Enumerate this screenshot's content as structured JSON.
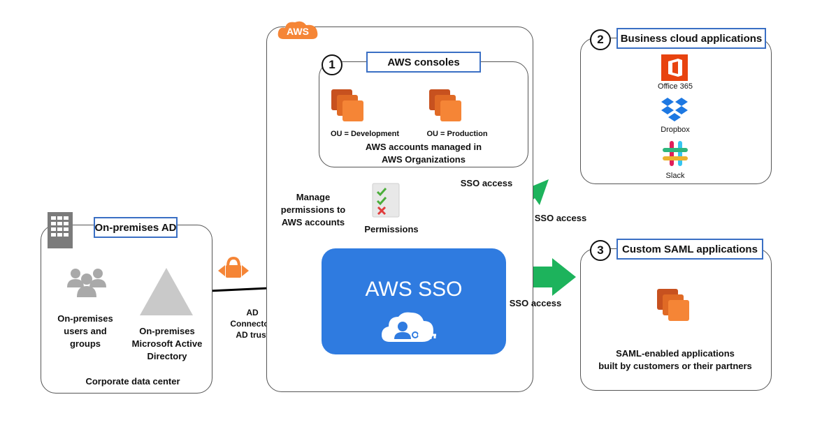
{
  "aws_badge": "AWS",
  "aws_consoles": {
    "number": "1",
    "title": "AWS consoles",
    "ou_dev": "OU = Development",
    "ou_prod": "OU = Production",
    "accounts_line1": "AWS accounts managed in",
    "accounts_line2": "AWS Organizations"
  },
  "business_apps": {
    "number": "2",
    "title": "Business cloud applications",
    "apps": [
      "Office 365",
      "Dropbox",
      "Slack"
    ]
  },
  "custom_saml": {
    "number": "3",
    "title": "Custom SAML applications",
    "desc_line1": "SAML-enabled applications",
    "desc_line2": "built by customers or their partners"
  },
  "onprem": {
    "title": "On-premises AD",
    "users_lines": [
      "On-premises",
      "users and",
      "groups"
    ],
    "ad_lines": [
      "On-premises",
      "Microsoft Active",
      "Directory"
    ],
    "footer": "Corporate data center"
  },
  "connector": {
    "lines": [
      "AD",
      "Connector/",
      "AD trust"
    ]
  },
  "manage_lines": [
    "Manage",
    "permissions to",
    "AWS accounts"
  ],
  "permissions": "Permissions",
  "sso_title": "AWS SSO",
  "sso_access": "SSO access",
  "colors": {
    "orange": "#f58536",
    "orange_dark": "#c7511f",
    "sso_blue": "#2f7be0",
    "green": "#1db35c",
    "tag_border": "#3a6fc4"
  }
}
